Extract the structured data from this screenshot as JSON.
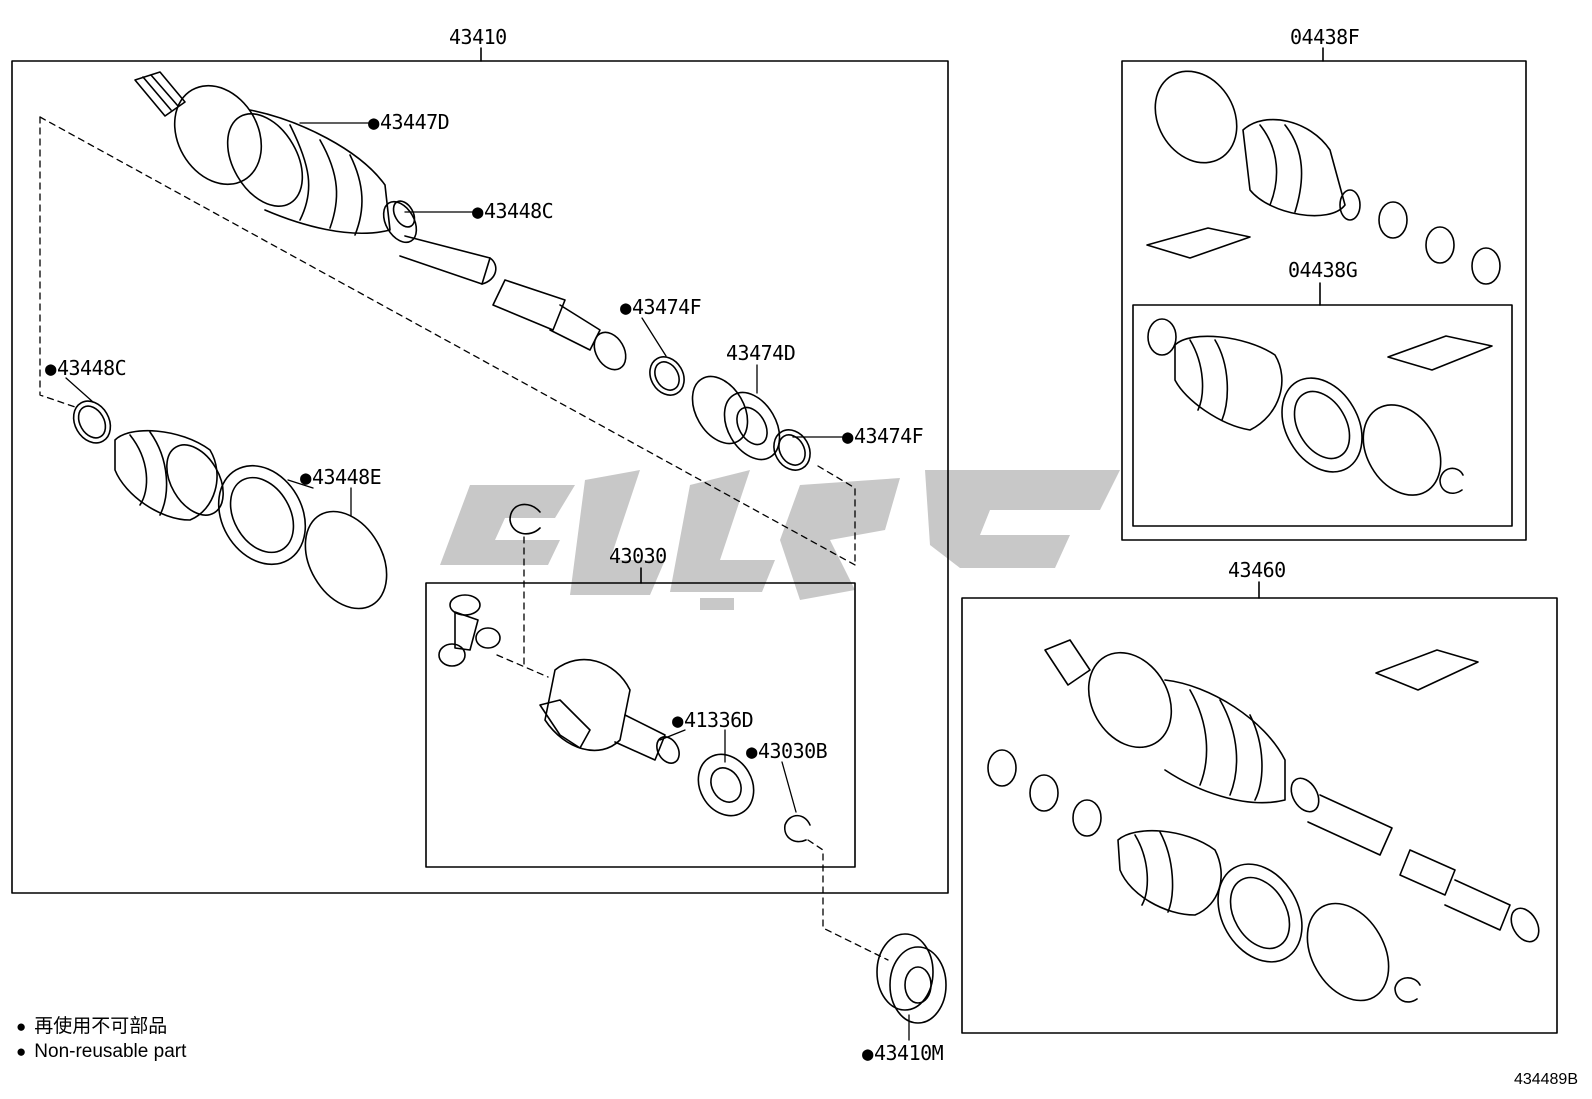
{
  "groups": {
    "g43410": "43410",
    "g04438F": "04438F",
    "g04438G": "04438G",
    "g43030": "43030",
    "g43460": "43460"
  },
  "parts": {
    "p43447D": "43447D",
    "p43448C_top": "43448C",
    "p43474F_a": "43474F",
    "p43474D": "43474D",
    "p43474F_b": "43474F",
    "p43448C_left": "43448C",
    "p43448E": "43448E",
    "p41336D": "41336D",
    "p43030B": "43030B",
    "p43410M": "43410M"
  },
  "bullet": "●",
  "legend": {
    "jp": "再使用不可部品",
    "en": "Non-reusable part"
  },
  "diagram_code": "434489B",
  "colors": {
    "line": "#000000",
    "watermark": "#c8c8c8"
  },
  "icons": {
    "non_reusable_marker": "filled-circle-icon"
  }
}
